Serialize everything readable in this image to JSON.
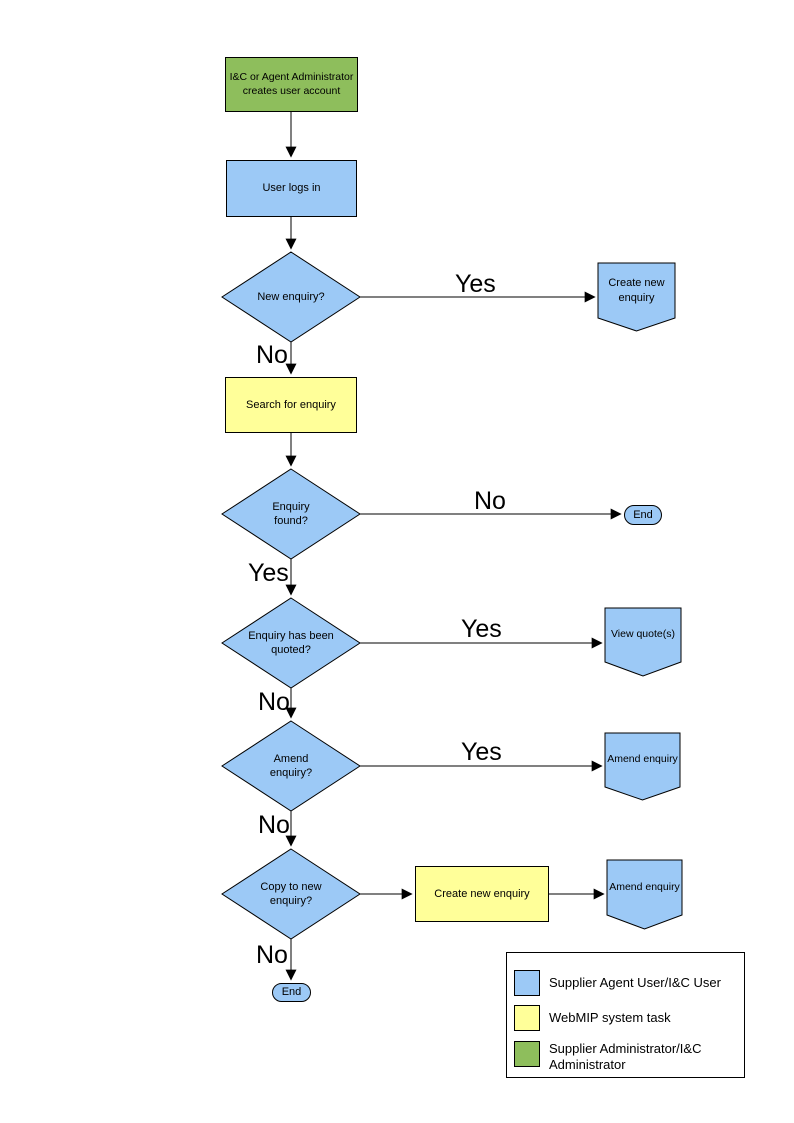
{
  "colors": {
    "user_blue": "#9CC9F6",
    "system_yellow": "#FFFF99",
    "admin_green": "#8EBE5C",
    "stroke": "#000000",
    "background": "#FFFFFF"
  },
  "nodes": {
    "admin_creates": {
      "label": "I&C or Agent Administrator creates user account",
      "type": "process",
      "role": "admin"
    },
    "user_logs_in": {
      "label": "User logs in",
      "type": "process",
      "role": "user"
    },
    "new_enquiry": {
      "label": "New enquiry?",
      "type": "decision",
      "role": "user"
    },
    "create_new_enquiry": {
      "label": "Create new enquiry",
      "type": "offpage",
      "role": "user"
    },
    "search_for_enquiry": {
      "label": "Search for enquiry",
      "type": "process",
      "role": "system"
    },
    "enquiry_found": {
      "label": "Enquiry found?",
      "type": "decision",
      "role": "user"
    },
    "end_1": {
      "label": "End",
      "type": "terminator",
      "role": "user"
    },
    "enquiry_quoted": {
      "label": "Enquiry has been quoted?",
      "type": "decision",
      "role": "user"
    },
    "view_quotes": {
      "label": "View quote(s)",
      "type": "offpage",
      "role": "user"
    },
    "amend_enquiry_decision": {
      "label": "Amend enquiry?",
      "type": "decision",
      "role": "user"
    },
    "amend_enquiry_1": {
      "label": "Amend enquiry",
      "type": "offpage",
      "role": "user"
    },
    "copy_to_new_enquiry": {
      "label": "Copy to new enquiry?",
      "type": "decision",
      "role": "user"
    },
    "create_new_enquiry_2": {
      "label": "Create new enquiry",
      "type": "process",
      "role": "system"
    },
    "amend_enquiry_2": {
      "label": "Amend enquiry",
      "type": "offpage",
      "role": "user"
    },
    "end_2": {
      "label": "End",
      "type": "terminator",
      "role": "user"
    }
  },
  "edge_labels": {
    "new_enquiry_yes": "Yes",
    "new_enquiry_no": "No",
    "enquiry_found_no": "No",
    "enquiry_found_yes": "Yes",
    "quoted_yes": "Yes",
    "quoted_no": "No",
    "amend_yes": "Yes",
    "amend_no": "No",
    "copy_no": "No"
  },
  "edges": [
    {
      "from": "admin_creates",
      "to": "user_logs_in",
      "label": ""
    },
    {
      "from": "user_logs_in",
      "to": "new_enquiry",
      "label": ""
    },
    {
      "from": "new_enquiry",
      "to": "create_new_enquiry",
      "label": "Yes"
    },
    {
      "from": "new_enquiry",
      "to": "search_for_enquiry",
      "label": "No"
    },
    {
      "from": "search_for_enquiry",
      "to": "enquiry_found",
      "label": ""
    },
    {
      "from": "enquiry_found",
      "to": "end_1",
      "label": "No"
    },
    {
      "from": "enquiry_found",
      "to": "enquiry_quoted",
      "label": "Yes"
    },
    {
      "from": "enquiry_quoted",
      "to": "view_quotes",
      "label": "Yes"
    },
    {
      "from": "enquiry_quoted",
      "to": "amend_enquiry_decision",
      "label": "No"
    },
    {
      "from": "amend_enquiry_decision",
      "to": "amend_enquiry_1",
      "label": "Yes"
    },
    {
      "from": "amend_enquiry_decision",
      "to": "copy_to_new_enquiry",
      "label": "No"
    },
    {
      "from": "copy_to_new_enquiry",
      "to": "create_new_enquiry_2",
      "label": ""
    },
    {
      "from": "create_new_enquiry_2",
      "to": "amend_enquiry_2",
      "label": ""
    },
    {
      "from": "copy_to_new_enquiry",
      "to": "end_2",
      "label": "No"
    }
  ],
  "legend": {
    "items": [
      {
        "label": "Supplier Agent User/I&C User",
        "color": "#9CC9F6"
      },
      {
        "label": "WebMIP system task",
        "color": "#FFFF99"
      },
      {
        "label": "Supplier Administrator/I&C Administrator",
        "color": "#8EBE5C"
      }
    ]
  }
}
